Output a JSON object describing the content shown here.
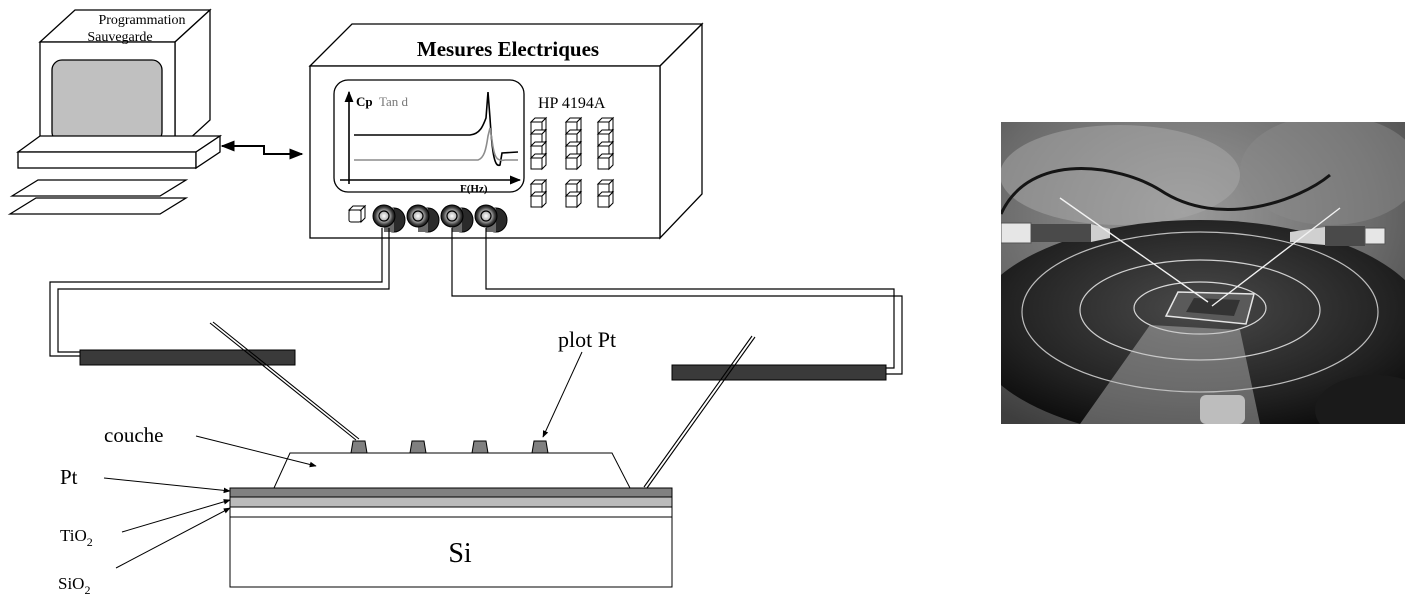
{
  "computer": {
    "line1": "Programmation",
    "line2": "Sauvegarde"
  },
  "instrument": {
    "title": "Mesures Electriques",
    "model": "HP 4194A",
    "screen": {
      "ylabel_cp": "Cp",
      "ylabel_tand": "Tan d",
      "xlabel": "F(Hz)"
    }
  },
  "sample": {
    "plot_label": "plot Pt",
    "layer_label": "couche",
    "pt_label": "Pt",
    "tio2_main": "TiO",
    "tio2_sub": "2",
    "sio2_main": "SiO",
    "sio2_sub": "2",
    "substrate_label": "Si"
  },
  "colors": {
    "line": "#000000",
    "layer_pt": "#808080",
    "layer_tio2": "#bbbbbb",
    "probe_arm": "#3a3a3a",
    "curve_tand": "#8c8c8c",
    "text_tand": "#777777"
  },
  "photo": {
    "description_icon": "probe-station-photo"
  }
}
